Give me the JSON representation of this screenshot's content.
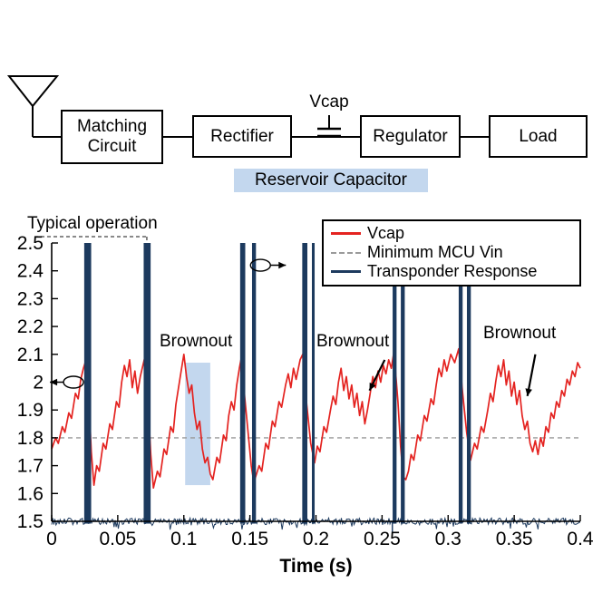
{
  "diagram": {
    "highlight_color": "#c3d7ee",
    "blocks": [
      {
        "label": "Matching Circuit"
      },
      {
        "label": "Rectifier"
      },
      {
        "label": "Regulator"
      },
      {
        "label": "Load"
      }
    ],
    "vcap_label": "Vcap",
    "reservoir_label": "Reservoir Capacitor"
  },
  "chart_data": {
    "type": "line",
    "xlabel": "Time (s)",
    "xlim": [
      0,
      0.4
    ],
    "ylim": [
      1.5,
      2.5
    ],
    "x_ticks": [
      0,
      0.05,
      0.1,
      0.15,
      0.2,
      0.25,
      0.3,
      0.35,
      0.4
    ],
    "x_tick_labels": [
      "0",
      "0.05",
      "0.1",
      "0.15",
      "0.2",
      "0.25",
      "0.3",
      "0.35",
      "0.4"
    ],
    "y_ticks": [
      1.5,
      1.6,
      1.7,
      1.8,
      1.9,
      2.0,
      2.1,
      2.2,
      2.3,
      2.4,
      2.5
    ],
    "y_tick_labels": [
      "1.5",
      "1.6",
      "1.7",
      "1.8",
      "1.9",
      "2",
      "2.1",
      "2.2",
      "2.3",
      "2.4",
      "2.5"
    ],
    "min_mcu_vin": 1.8,
    "highlight_color": "#c3d7ee",
    "legend": [
      {
        "name": "Vcap",
        "color": "#e42320",
        "style": "solid"
      },
      {
        "name": "Minimum MCU Vin",
        "color": "#9a9a9a",
        "style": "dashed"
      },
      {
        "name": "Transponder Response",
        "color": "#1d3a5e",
        "style": "solid"
      }
    ],
    "series": {
      "vcap": {
        "color": "#e42320",
        "points": [
          [
            0,
            1.76
          ],
          [
            0.003,
            1.8
          ],
          [
            0.005,
            1.78
          ],
          [
            0.008,
            1.84
          ],
          [
            0.01,
            1.82
          ],
          [
            0.013,
            1.89
          ],
          [
            0.015,
            1.87
          ],
          [
            0.018,
            1.96
          ],
          [
            0.02,
            1.94
          ],
          [
            0.022,
            2.01
          ],
          [
            0.024,
            2.05
          ],
          [
            0.026,
            2.08
          ],
          [
            0.028,
            1.95
          ],
          [
            0.03,
            1.75
          ],
          [
            0.032,
            1.63
          ],
          [
            0.034,
            1.7
          ],
          [
            0.036,
            1.68
          ],
          [
            0.039,
            1.78
          ],
          [
            0.041,
            1.76
          ],
          [
            0.044,
            1.85
          ],
          [
            0.046,
            1.83
          ],
          [
            0.049,
            1.93
          ],
          [
            0.051,
            1.91
          ],
          [
            0.053,
            2.0
          ],
          [
            0.055,
            2.06
          ],
          [
            0.057,
            2.02
          ],
          [
            0.059,
            2.08
          ],
          [
            0.061,
            1.98
          ],
          [
            0.063,
            2.04
          ],
          [
            0.065,
            1.96
          ],
          [
            0.067,
            2.02
          ],
          [
            0.069,
            2.06
          ],
          [
            0.071,
            2.1
          ],
          [
            0.073,
            1.92
          ],
          [
            0.075,
            1.74
          ],
          [
            0.077,
            1.62
          ],
          [
            0.08,
            1.68
          ],
          [
            0.082,
            1.66
          ],
          [
            0.085,
            1.76
          ],
          [
            0.087,
            1.74
          ],
          [
            0.09,
            1.84
          ],
          [
            0.092,
            1.82
          ],
          [
            0.094,
            1.92
          ],
          [
            0.096,
            1.98
          ],
          [
            0.098,
            2.04
          ],
          [
            0.1,
            2.1
          ],
          [
            0.102,
            2.02
          ],
          [
            0.104,
            1.96
          ],
          [
            0.106,
            1.99
          ],
          [
            0.108,
            1.89
          ],
          [
            0.11,
            1.83
          ],
          [
            0.112,
            1.86
          ],
          [
            0.114,
            1.76
          ],
          [
            0.116,
            1.71
          ],
          [
            0.118,
            1.73
          ],
          [
            0.12,
            1.67
          ],
          [
            0.122,
            1.65
          ],
          [
            0.125,
            1.73
          ],
          [
            0.127,
            1.71
          ],
          [
            0.13,
            1.81
          ],
          [
            0.132,
            1.79
          ],
          [
            0.134,
            1.88
          ],
          [
            0.136,
            1.93
          ],
          [
            0.138,
            1.9
          ],
          [
            0.14,
            1.99
          ],
          [
            0.142,
            2.05
          ],
          [
            0.144,
            2.1
          ],
          [
            0.146,
            1.95
          ],
          [
            0.149,
            1.8
          ],
          [
            0.151,
            1.7
          ],
          [
            0.153,
            1.64
          ],
          [
            0.157,
            1.7
          ],
          [
            0.159,
            1.68
          ],
          [
            0.162,
            1.78
          ],
          [
            0.164,
            1.76
          ],
          [
            0.167,
            1.86
          ],
          [
            0.169,
            1.84
          ],
          [
            0.172,
            1.93
          ],
          [
            0.174,
            1.91
          ],
          [
            0.177,
            1.99
          ],
          [
            0.179,
            2.03
          ],
          [
            0.181,
            1.98
          ],
          [
            0.183,
            2.05
          ],
          [
            0.185,
            2.01
          ],
          [
            0.188,
            2.08
          ],
          [
            0.19,
            2.1
          ],
          [
            0.193,
            1.92
          ],
          [
            0.196,
            1.78
          ],
          [
            0.199,
            1.71
          ],
          [
            0.201,
            1.77
          ],
          [
            0.203,
            1.75
          ],
          [
            0.206,
            1.84
          ],
          [
            0.208,
            1.82
          ],
          [
            0.211,
            1.9
          ],
          [
            0.213,
            1.95
          ],
          [
            0.215,
            1.92
          ],
          [
            0.217,
            2.0
          ],
          [
            0.219,
            2.05
          ],
          [
            0.221,
            1.97
          ],
          [
            0.223,
            2.02
          ],
          [
            0.225,
            1.94
          ],
          [
            0.227,
            1.99
          ],
          [
            0.229,
            1.91
          ],
          [
            0.231,
            1.96
          ],
          [
            0.233,
            1.88
          ],
          [
            0.235,
            1.93
          ],
          [
            0.237,
            1.85
          ],
          [
            0.239,
            1.9
          ],
          [
            0.241,
            1.96
          ],
          [
            0.243,
            2.02
          ],
          [
            0.245,
            1.98
          ],
          [
            0.247,
            2.04
          ],
          [
            0.249,
            2.0
          ],
          [
            0.251,
            2.06
          ],
          [
            0.253,
            2.03
          ],
          [
            0.255,
            2.08
          ],
          [
            0.257,
            2.05
          ],
          [
            0.259,
            2.11
          ],
          [
            0.262,
            1.93
          ],
          [
            0.264,
            1.77
          ],
          [
            0.266,
            1.66
          ],
          [
            0.268,
            1.65
          ],
          [
            0.27,
            1.68
          ],
          [
            0.272,
            1.74
          ],
          [
            0.274,
            1.72
          ],
          [
            0.277,
            1.81
          ],
          [
            0.279,
            1.79
          ],
          [
            0.282,
            1.88
          ],
          [
            0.284,
            1.86
          ],
          [
            0.287,
            1.94
          ],
          [
            0.289,
            1.92
          ],
          [
            0.291,
            1.99
          ],
          [
            0.293,
            2.05
          ],
          [
            0.295,
            2.02
          ],
          [
            0.297,
            2.08
          ],
          [
            0.299,
            2.04
          ],
          [
            0.302,
            2.1
          ],
          [
            0.305,
            2.07
          ],
          [
            0.308,
            2.12
          ],
          [
            0.311,
            1.96
          ],
          [
            0.314,
            1.82
          ],
          [
            0.317,
            1.72
          ],
          [
            0.32,
            1.78
          ],
          [
            0.322,
            1.76
          ],
          [
            0.325,
            1.84
          ],
          [
            0.327,
            1.82
          ],
          [
            0.33,
            1.9
          ],
          [
            0.332,
            1.96
          ],
          [
            0.334,
            1.93
          ],
          [
            0.336,
            2.0
          ],
          [
            0.338,
            2.06
          ],
          [
            0.34,
            2.02
          ],
          [
            0.342,
            2.08
          ],
          [
            0.344,
            1.99
          ],
          [
            0.346,
            2.04
          ],
          [
            0.348,
            1.95
          ],
          [
            0.35,
            2.0
          ],
          [
            0.352,
            1.92
          ],
          [
            0.354,
            1.97
          ],
          [
            0.356,
            1.88
          ],
          [
            0.358,
            1.83
          ],
          [
            0.36,
            1.86
          ],
          [
            0.362,
            1.78
          ],
          [
            0.364,
            1.75
          ],
          [
            0.366,
            1.79
          ],
          [
            0.368,
            1.74
          ],
          [
            0.37,
            1.8
          ],
          [
            0.372,
            1.77
          ],
          [
            0.374,
            1.84
          ],
          [
            0.376,
            1.82
          ],
          [
            0.378,
            1.89
          ],
          [
            0.38,
            1.87
          ],
          [
            0.382,
            1.93
          ],
          [
            0.384,
            1.91
          ],
          [
            0.386,
            1.97
          ],
          [
            0.388,
            1.95
          ],
          [
            0.39,
            2.01
          ],
          [
            0.392,
            1.99
          ],
          [
            0.394,
            2.04
          ],
          [
            0.396,
            2.02
          ],
          [
            0.398,
            2.07
          ],
          [
            0.4,
            2.05
          ]
        ]
      },
      "transponder": {
        "color": "#1d3a5e",
        "baseline": 1.5,
        "noise": 0.012,
        "spike_top": 2.5,
        "spikes": [
          0.0252,
          0.026,
          0.0268,
          0.0276,
          0.0285,
          0.0293,
          0.0702,
          0.071,
          0.0718,
          0.0726,
          0.0735,
          0.0743,
          0.1432,
          0.1441,
          0.145,
          0.1459,
          0.1522,
          0.1531,
          0.154,
          0.1902,
          0.1911,
          0.192,
          0.1929,
          0.1975,
          0.1984,
          0.2586,
          0.2595,
          0.2604,
          0.2648,
          0.2657,
          0.2666,
          0.3086,
          0.3095,
          0.3104,
          0.3148,
          0.3157,
          0.3166
        ],
        "down_spikes": [
          [
            0.2578,
            1.46
          ]
        ]
      }
    },
    "annotations": {
      "typical_operation": {
        "label": "Typical operation",
        "span": [
          0.0,
          0.072
        ]
      },
      "brownouts": [
        {
          "label": "Brownout",
          "highlight": {
            "x": [
              0.101,
              0.12
            ],
            "y": [
              1.63,
              2.07
            ]
          }
        },
        {
          "label": "Brownout",
          "arrow": {
            "from": [
              0.252,
              2.08
            ],
            "to": [
              0.2405,
              1.97
            ]
          }
        },
        {
          "label": "Brownout",
          "arrow": {
            "from": [
              0.366,
              2.1
            ],
            "to": [
              0.36,
              1.95
            ]
          }
        }
      ],
      "ellipses": [
        {
          "center": [
            0.0165,
            2.0
          ],
          "direction": "left"
        },
        {
          "center": [
            0.158,
            2.42
          ],
          "direction": "right"
        }
      ]
    }
  }
}
